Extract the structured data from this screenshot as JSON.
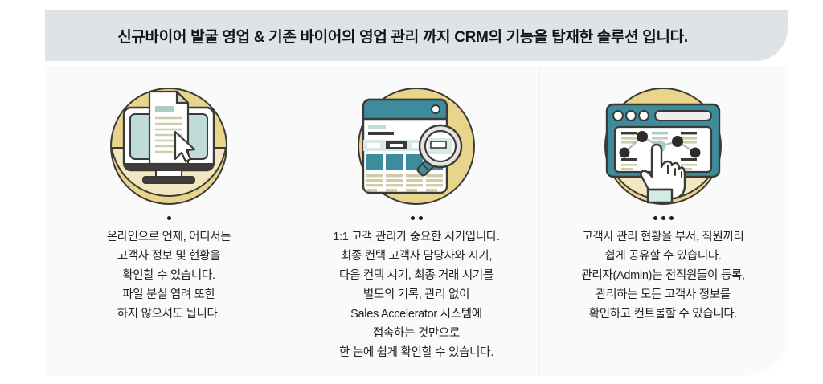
{
  "banner": {
    "title": "신규바이어 발굴 영업 & 기존 바이어의 영업 관리 까지  CRM의 기능을 탑재한 솔루션 입니다."
  },
  "colors": {
    "banner_bg": "#dde3e6",
    "panel_bg": "#fafafa",
    "circle_yellow": "#e8d48a",
    "circle_yellow_light": "#f2e7c0",
    "teal": "#3d8c9c",
    "teal_light": "#bfdcd9",
    "outline": "#3a3a38",
    "khaki": "#cfcda8",
    "dark_gray": "#403c3a",
    "text": "#232323"
  },
  "columns": [
    {
      "id": "col-1",
      "icon": "laptop-document-cursor-icon",
      "marker_dots": 1,
      "caption": "온라인으로 언제, 어디서든\n고객사 정보 및 현황을\n확인할 수 있습니다.\n파일 분실 염려 또한\n하지 않으셔도 됩니다."
    },
    {
      "id": "col-2",
      "icon": "data-table-magnifier-icon",
      "marker_dots": 2,
      "caption": "1:1 고객 관리가 중요한 시기입니다.\n최종 컨택 고객사 담당자와 시기,\n다음 컨택 시기, 최종 거래 시기를\n별도의 기록, 관리 없이\nSales Accelerator 시스템에\n접속하는 것만으로\n한 눈에 쉽게 확인할 수 있습니다."
    },
    {
      "id": "col-3",
      "icon": "dashboard-chart-hand-icon",
      "marker_dots": 3,
      "caption": "고객사 관리 현황을 부서, 직원끼리\n쉽게 공유할 수 있습니다.\n관리자(Admin)는 전직원들이 등록,\n관리하는 모든 고객사 정보를\n확인하고 컨트롤할 수 있습니다."
    }
  ]
}
